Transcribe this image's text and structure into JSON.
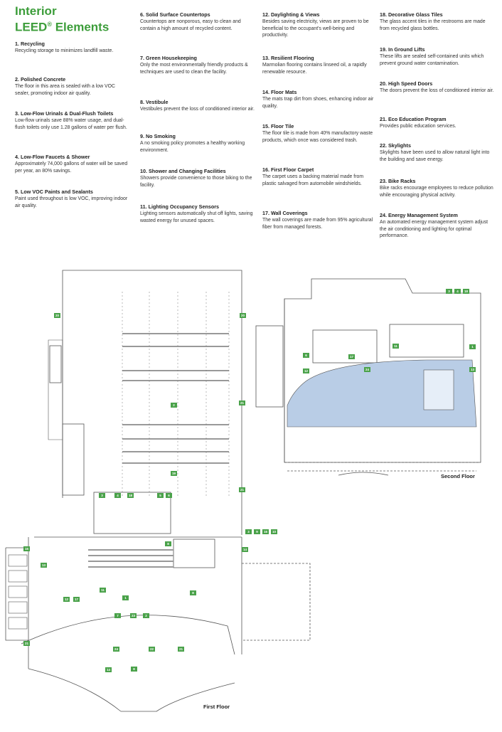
{
  "header": {
    "line1": "Interior",
    "line2": "LEED",
    "reg": "®",
    "line2_suffix": " Elements"
  },
  "elements": [
    {
      "title": "1. Recycling",
      "desc": "Recycling storage to minimizes landfill waste."
    },
    {
      "title": "2. Polished Concrete",
      "desc": "The floor in this area is sealed with a low VOC sealer, promoting indoor air quality."
    },
    {
      "title": "3. Low-Flow Urinals & Dual-Flush Toilets",
      "desc": "Low-flow urinals save 88% water usage, and dual-flush toilets only use 1.28 gallons of water per flush."
    },
    {
      "title": "4. Low-Flow Faucets & Shower",
      "desc": "Approximately 74,000 gallons of water will be saved per year, an 80% savings."
    },
    {
      "title": "5. Low VOC Paints and Sealants",
      "desc": "Paint used throughout is low VOC, improving indoor air quality."
    },
    {
      "title": "6. Solid Surface Countertops",
      "desc": "Countertops are nonporous, easy to clean and contain a high amount of recycled content."
    },
    {
      "title": "7. Green Housekeeping",
      "desc": "Only the most environmentally friendly products & techniques are used to clean the facility."
    },
    {
      "title": "8. Vestibule",
      "desc": "Vestibules prevent the loss of conditioned interior air."
    },
    {
      "title": "9. No Smoking",
      "desc": "A no smoking policy promotes a healthy working environment."
    },
    {
      "title": "10. Shower and Changing Facilities",
      "desc": "Showers provide convenience to those biking to the facility."
    },
    {
      "title": "11. Lighting Occupancy Sensors",
      "desc": "Lighting sensors automatically shut off lights, saving wasted energy for unused spaces."
    },
    {
      "title": "12. Daylighting & Views",
      "desc": "Besides saving electricity, views are proven to be beneficial to the occupant's well-being and productivity."
    },
    {
      "title": "13. Resilient Flooring",
      "desc": "Marmolian flooring contains linseed oil, a rapidly renewable resource."
    },
    {
      "title": "14. Floor Mats",
      "desc": "The mats trap dirt from shoes, enhancing indoor air quality."
    },
    {
      "title": "15. Floor Tile",
      "desc": "The floor tile is made from 40% manufactory waste products, which once was considered trash."
    },
    {
      "title": "16. First Floor Carpet",
      "desc": "The carpet uses a backing material made from plastic salvaged from automobile windshields."
    },
    {
      "title": "17. Wall Coverings",
      "desc": "The wall coverings are made from 95% agricultural fiber from managed forests."
    },
    {
      "title": "18. Decorative Glass Tiles",
      "desc": "The glass accent tiles in the restrooms are made from recycled glass bottles."
    },
    {
      "title": "19. In Ground Lifts",
      "desc": "These lifts are sealed self-contained units which prevent ground water contamination."
    },
    {
      "title": "20. High Speed Doors",
      "desc": "The doors prevent the loss of conditioned interior air."
    },
    {
      "title": "21. Eco Education Program",
      "desc": "Provides public education services."
    },
    {
      "title": "22. Skylights",
      "desc": "Skylights have been used to allow natural light into the building and save energy."
    },
    {
      "title": "23. Bike Racks",
      "desc": "Bike racks encourage employees to reduce pollution while encouraging physical activity."
    },
    {
      "title": "24. Energy Management System",
      "desc": "An automated energy management system adjust the air conditioning and lighting for optimal performance."
    }
  ],
  "plans": {
    "first_floor_label": "First Floor",
    "second_floor_label": "Second Floor",
    "markers": {
      "m20a": "20",
      "m20b": "20",
      "m21a": "21",
      "m21b": "21",
      "m21c": "21",
      "m2": "2",
      "m19": "19",
      "m3": "3",
      "m4": "4",
      "m18": "18",
      "m5": "5",
      "m6": "6",
      "m15": "15",
      "m8": "8",
      "m3b": "3",
      "m9": "9",
      "m16": "16",
      "m10": "10",
      "m14": "14",
      "m13": "13",
      "m11": "11",
      "m12": "12",
      "m17": "17",
      "m1": "1",
      "m7": "7",
      "m23": "23",
      "m22": "22",
      "m24": "24",
      "m21d": "21",
      "m2b": "2",
      "m8b": "8",
      "m14b": "14",
      "s3": "3",
      "s4": "4",
      "s18": "18",
      "s6": "6",
      "s11": "11",
      "s12": "12",
      "s17": "17",
      "s24": "24",
      "s1": "1",
      "s13": "13"
    }
  }
}
